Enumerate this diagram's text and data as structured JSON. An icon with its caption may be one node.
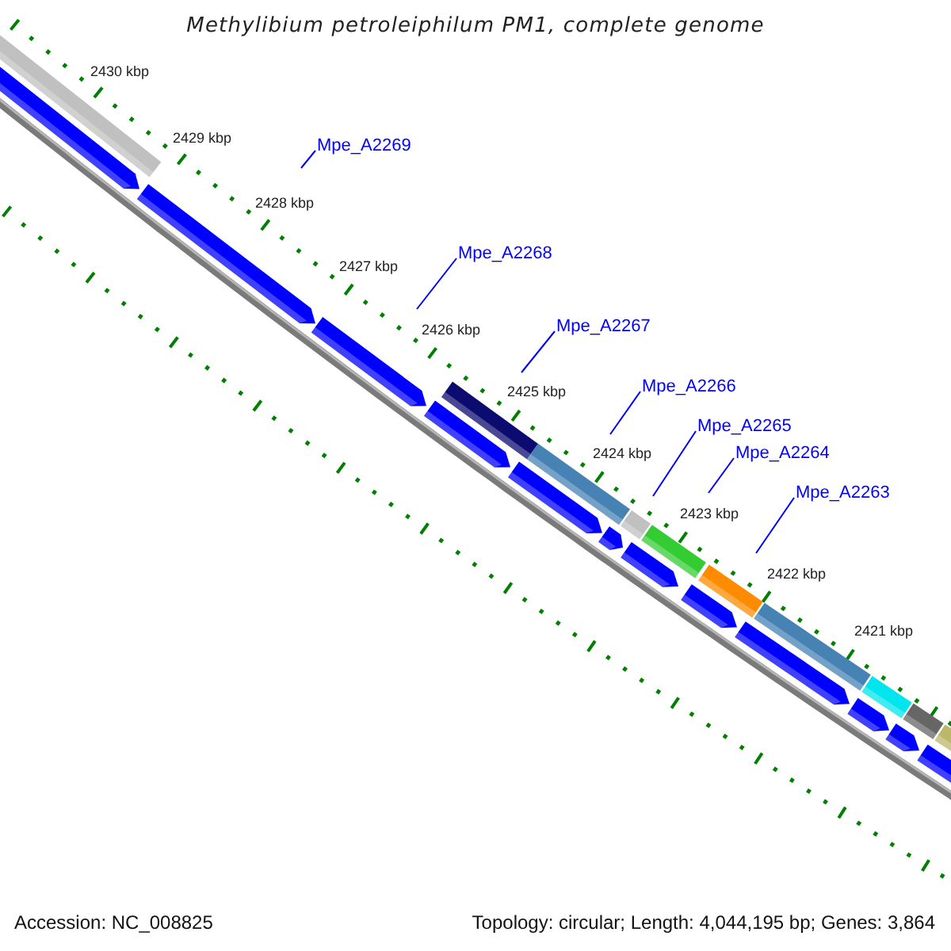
{
  "diagram": {
    "title": "Methylibium petroleiphilum PM1, complete genome",
    "nodes": [
      {
        "text": [
          "Mpe_A2269"
        ]
      },
      {
        "text": [
          "Mpe_A2268"
        ]
      },
      {
        "text": [
          "Mpe_A2267"
        ]
      },
      {
        "text": [
          "Mpe_A2266"
        ]
      },
      {
        "text": [
          "Mpe_A2265"
        ]
      },
      {
        "text": [
          "Mpe_A2264"
        ]
      },
      {
        "text": [
          "Mpe_A2263"
        ]
      }
    ],
    "edges": [
      {
        "from": 0,
        "to": null,
        "arrow": "none"
      },
      {
        "from": 1,
        "to": null,
        "arrow": "none"
      },
      {
        "from": 2,
        "to": null,
        "arrow": "none"
      },
      {
        "from": 3,
        "to": null,
        "arrow": "none"
      },
      {
        "from": 4,
        "to": null,
        "arrow": "none"
      },
      {
        "from": 5,
        "to": null,
        "arrow": "none"
      },
      {
        "from": 6,
        "to": null,
        "arrow": "none"
      }
    ],
    "labels": [
      "2430 kbp",
      "2429 kbp",
      "2428 kbp",
      "2427 kbp",
      "2426 kbp",
      "2425 kbp",
      "2424 kbp",
      "2423 kbp",
      "2422 kbp",
      "2421 kbp",
      "Accession: NC_008825",
      "Topology: circular; Length: 4,044,195 bp; Genes: 3,864"
    ]
  }
}
